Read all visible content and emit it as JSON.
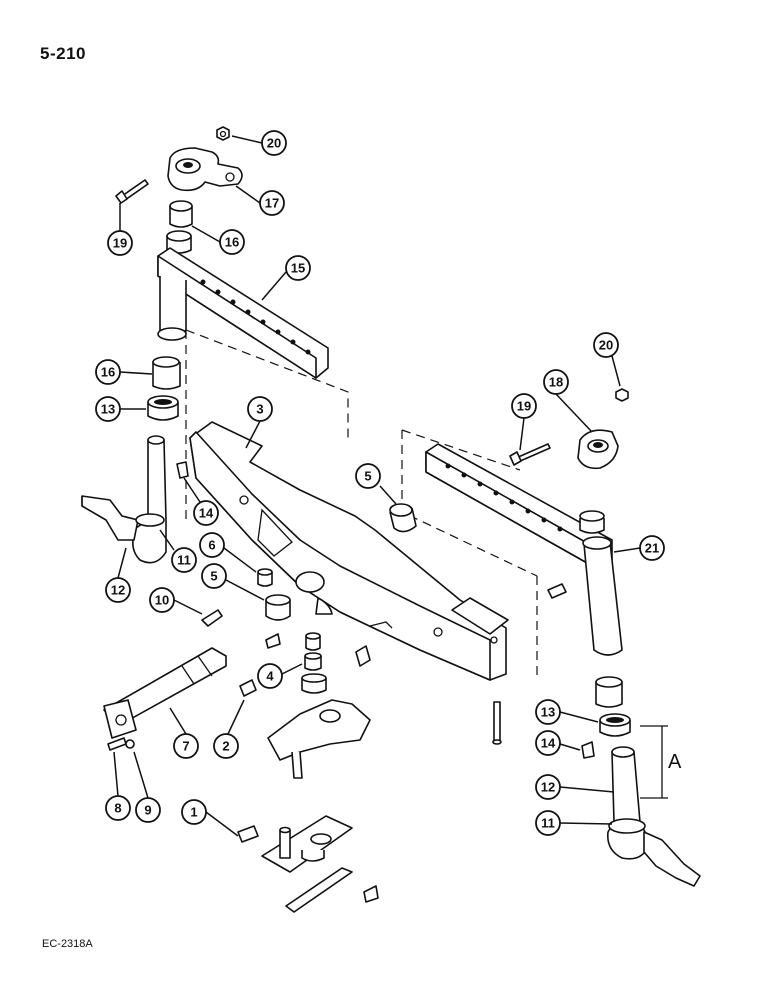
{
  "header": {
    "page_number": "5-210"
  },
  "footer": {
    "figure_code": "EC-2318A"
  },
  "dimension": {
    "label": "A"
  },
  "callouts": [
    {
      "id": "c20a",
      "label": "20"
    },
    {
      "id": "c17",
      "label": "17"
    },
    {
      "id": "c19a",
      "label": "19"
    },
    {
      "id": "c16a",
      "label": "16"
    },
    {
      "id": "c15",
      "label": "15"
    },
    {
      "id": "c16b",
      "label": "16"
    },
    {
      "id": "c13a",
      "label": "13"
    },
    {
      "id": "c3",
      "label": "3"
    },
    {
      "id": "c14a",
      "label": "14"
    },
    {
      "id": "c11a",
      "label": "11"
    },
    {
      "id": "c12a",
      "label": "12"
    },
    {
      "id": "c6",
      "label": "6"
    },
    {
      "id": "c5a",
      "label": "5"
    },
    {
      "id": "c5b",
      "label": "5"
    },
    {
      "id": "c10",
      "label": "10"
    },
    {
      "id": "c4",
      "label": "4"
    },
    {
      "id": "c7",
      "label": "7"
    },
    {
      "id": "c2",
      "label": "2"
    },
    {
      "id": "c8",
      "label": "8"
    },
    {
      "id": "c9",
      "label": "9"
    },
    {
      "id": "c1",
      "label": "1"
    },
    {
      "id": "c20b",
      "label": "20"
    },
    {
      "id": "c18",
      "label": "18"
    },
    {
      "id": "c19b",
      "label": "19"
    },
    {
      "id": "c21",
      "label": "21"
    },
    {
      "id": "c13b",
      "label": "13"
    },
    {
      "id": "c14b",
      "label": "14"
    },
    {
      "id": "c12b",
      "label": "12"
    },
    {
      "id": "c11b",
      "label": "11"
    }
  ]
}
